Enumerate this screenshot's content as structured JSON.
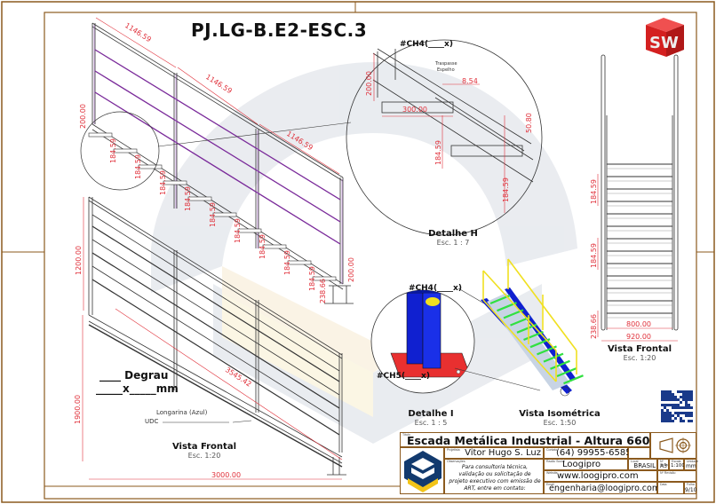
{
  "drawing": {
    "code": "PJ.LG-B.E2-ESC.3",
    "software_logo": "SW"
  },
  "views": {
    "top_left": {
      "dims": {
        "rail_segments": [
          "1146.59",
          "1146.59",
          "1146.59"
        ],
        "rise": "184.59",
        "top_post": "200.00",
        "base_post": "200.00",
        "first_step": "238.66"
      }
    },
    "detail_h": {
      "label": "Detalhe H",
      "scale": "Esc. 1 : 7",
      "callout": "#CH4(____x)",
      "note_line1": "Traspasse",
      "note_line2": "Espelho",
      "dims": {
        "height": "200.00",
        "tread": "300.00",
        "overlap": "8.54",
        "rise": "184.59",
        "nosing": "50.80"
      }
    },
    "front_left": {
      "label": "Vista Frontal",
      "scale": "Esc. 1:20",
      "dims": {
        "rail_height": "1200.00",
        "total_height": "1900.00",
        "length": "3000.00",
        "diagonal": "3545.42"
      },
      "step_spec_line1": "____ Degrau",
      "step_spec_line2": "_____x_____mm",
      "stringer_label": "Longarina (Azul)",
      "stringer_type": "UDC"
    },
    "detail_i": {
      "label": "Detalhe I",
      "scale": "Esc. 1 : 5",
      "callout_top": "#CH4(____x)",
      "callout_bottom": "#CH5(____x)"
    },
    "isometric": {
      "label": "Vista Isométrica",
      "scale": "Esc. 1:50"
    },
    "front_right": {
      "label": "Vista Frontal",
      "scale": "Esc. 1:20",
      "dims": {
        "rise": "184.59",
        "first_step": "238.66",
        "inner_width": "800.00",
        "outer_width": "920.00"
      }
    }
  },
  "title_block": {
    "title_label": "Título",
    "title": "Escada Metálica Industrial - Altura 6600mm",
    "designer_label": "Projetista",
    "designer": "Vitor Hugo S. Luz",
    "contact_label": "Contato",
    "phone": "(64) 99955-6585",
    "notes_label": "Observações",
    "notes": "Para consultoria técnica, validação ou solicitação de projeto executivo com emissão de ART, entre em contato:",
    "company_label": "Razão Social",
    "company": "Loogipro",
    "location_label": "Local",
    "location": "BRASIL",
    "website_label": "Website",
    "website": "www.loogipro.com",
    "email_label": "Email",
    "email": "engenharia@loogipro.com",
    "sheet_format_label": "Nº Folha",
    "sheet_format": "A3",
    "scale_label": "Escala",
    "scale": "1:100",
    "units_label": "Unidade",
    "units": "mm",
    "revision_label": "Nº Revisão",
    "date_label": "Data",
    "page_label": "Folha",
    "page": "9/10"
  },
  "colors": {
    "frame": "#8b5a1e",
    "dimension": "#e0303a",
    "rail": "#7a2a9a",
    "stringer": "#1020d0",
    "handrail_iso": "#f0e020",
    "step_iso": "#30e040",
    "plate": "#e83030",
    "logo_blue": "#123a6e",
    "logo_yellow": "#f2c418"
  }
}
